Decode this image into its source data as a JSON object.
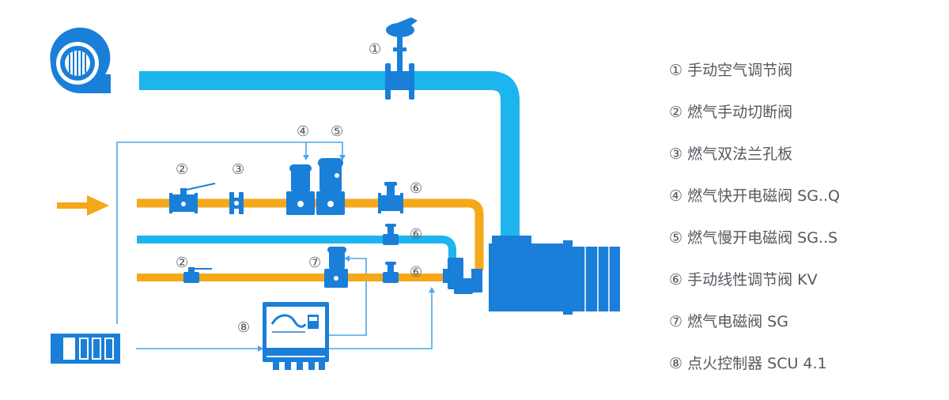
{
  "colors": {
    "air_pipe": "#1eb4ee",
    "gas_pipe": "#f5a81a",
    "equipment": "#1a7fd8",
    "signal_line": "#4da6e6",
    "text": "#555a60"
  },
  "diagram": {
    "pipes": [
      {
        "id": "air-main",
        "medium": "air"
      },
      {
        "id": "gas-main",
        "medium": "gas"
      },
      {
        "id": "air-pilot",
        "medium": "air"
      },
      {
        "id": "gas-pilot",
        "medium": "gas"
      }
    ],
    "icons": [
      "blower-icon",
      "gas-inlet-arrow-icon",
      "sensor-panel-icon",
      "burner-icon"
    ],
    "markers": {
      "m1": "①",
      "m2a": "②",
      "m3": "③",
      "m4": "④",
      "m5": "⑤",
      "m6a": "⑥",
      "m6b": "⑥",
      "m2b": "②",
      "m7": "⑦",
      "m6c": "⑥",
      "m8": "⑧"
    }
  },
  "legend": {
    "items": [
      {
        "marker": "①",
        "text": "手动空气调节阀"
      },
      {
        "marker": "②",
        "text": "燃气手动切断阀"
      },
      {
        "marker": "③",
        "text": "燃气双法兰孔板"
      },
      {
        "marker": "④",
        "text": "燃气快开电磁阀 SG..Q"
      },
      {
        "marker": "⑤",
        "text": "燃气慢开电磁阀 SG..S"
      },
      {
        "marker": "⑥",
        "text": "手动线性调节阀 KV"
      },
      {
        "marker": "⑦",
        "text": "燃气电磁阀 SG"
      },
      {
        "marker": "⑧",
        "text": "点火控制器 SCU 4.1"
      }
    ]
  }
}
